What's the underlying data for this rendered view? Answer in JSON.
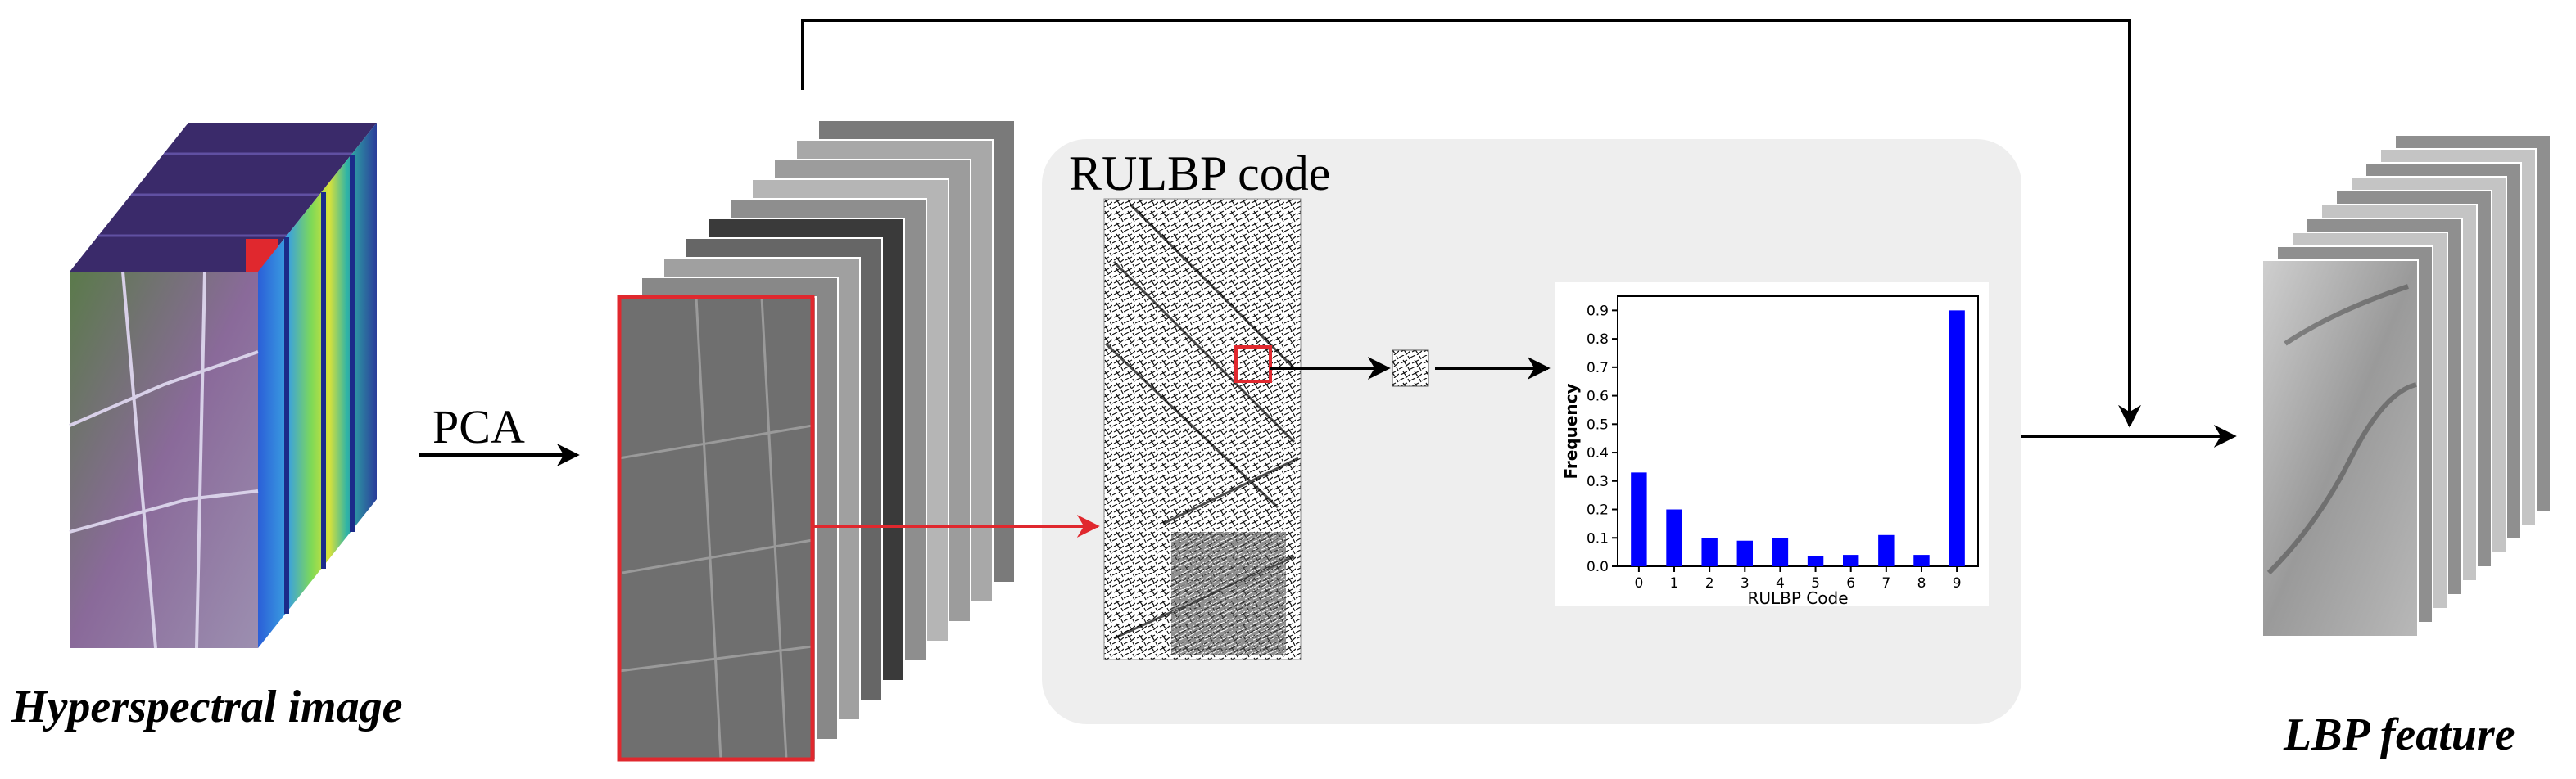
{
  "labels": {
    "hyperspectral": "Hyperspectral image",
    "pca": "PCA",
    "rulbp_code": "RULBP code",
    "lbp_feature": "LBP feature"
  },
  "colors": {
    "highlight_red": "#e0282e",
    "panel_gray": "#eeeeee",
    "bar_blue": "#0000ff"
  },
  "chart_data": {
    "type": "bar",
    "categories": [
      "0",
      "1",
      "2",
      "3",
      "4",
      "5",
      "6",
      "7",
      "8",
      "9"
    ],
    "values": [
      0.33,
      0.2,
      0.1,
      0.09,
      0.1,
      0.035,
      0.04,
      0.11,
      0.04,
      0.9
    ],
    "xlabel": "RULBP Code",
    "ylabel": "Frequency",
    "ylim": [
      0,
      0.95
    ],
    "yticks": [
      "0.0",
      "0.1",
      "0.2",
      "0.3",
      "0.4",
      "0.5",
      "0.6",
      "0.7",
      "0.8",
      "0.9"
    ],
    "grid": false,
    "legend": "none"
  }
}
